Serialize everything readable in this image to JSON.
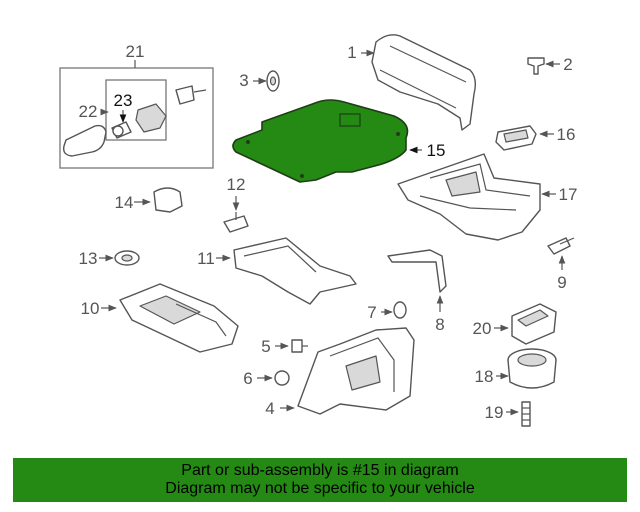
{
  "diagram": {
    "highlight_color": "#248a14",
    "callouts": {
      "c1": "1",
      "c2": "2",
      "c3": "3",
      "c4": "4",
      "c5": "5",
      "c6": "6",
      "c7": "7",
      "c8": "8",
      "c9": "9",
      "c10": "10",
      "c11": "11",
      "c12": "12",
      "c13": "13",
      "c14": "14",
      "c15": "15",
      "c16": "16",
      "c17": "17",
      "c18": "18",
      "c19": "19",
      "c20": "20",
      "c21": "21",
      "c22": "22",
      "c23": "23"
    }
  },
  "banner": {
    "line1": "Part or sub-assembly is #15 in diagram",
    "line2": "Diagram may not be specific to your vehicle",
    "background": "#248a14"
  }
}
